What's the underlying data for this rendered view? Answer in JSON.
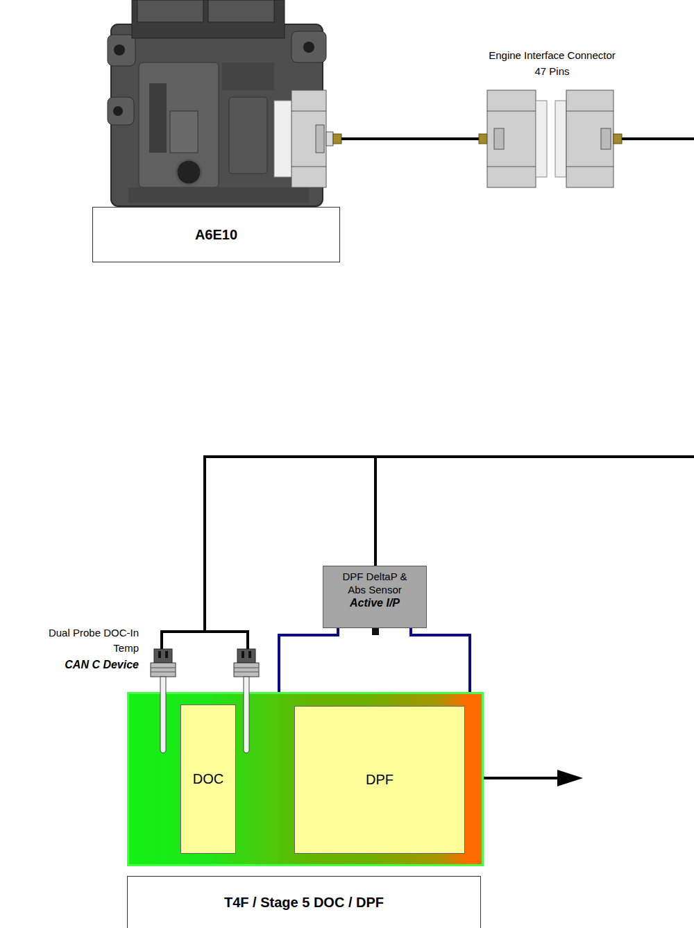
{
  "diagram": {
    "nodes": [
      {
        "text": [
          "A6E10"
        ]
      },
      {
        "text": [
          "DPF DeltaP & Abs Sensor",
          "Active I/P"
        ]
      },
      {
        "text": [
          "T4F / Stage 5 DOC / DPF"
        ]
      },
      {
        "text": [
          "DOC"
        ],
        "in": 2
      },
      {
        "text": [
          "DPF"
        ],
        "in": 2
      }
    ],
    "edges": [
      {
        "from": 1,
        "to": 2,
        "arrow": "none"
      },
      {
        "from": 1,
        "to": 2,
        "arrow": "none"
      }
    ],
    "labels": [
      "Engine Interface Connector 47 Pins",
      "Dual Probe DOC-In Temp",
      "CAN C Device"
    ]
  }
}
